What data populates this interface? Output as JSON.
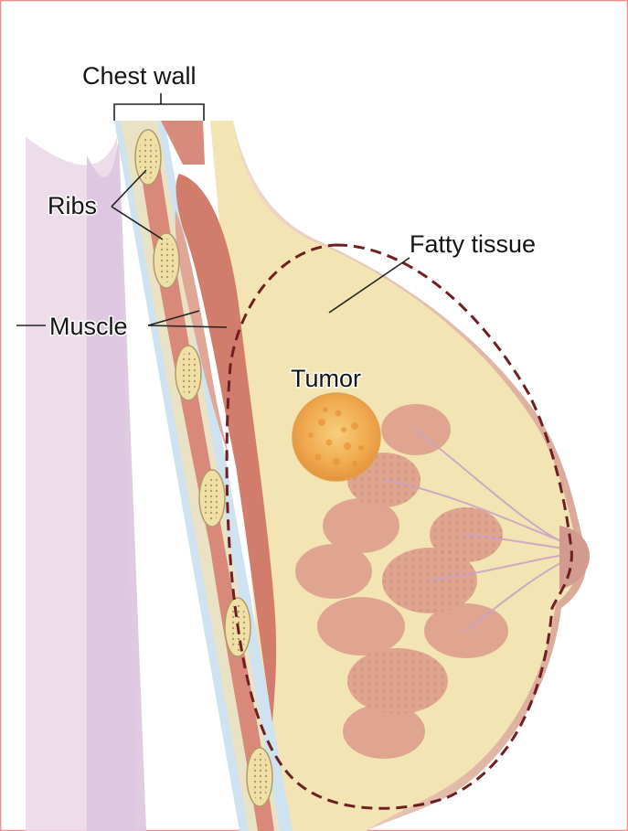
{
  "labels": {
    "chest_wall": "Chest wall",
    "ribs": "Ribs",
    "muscle": "Muscle",
    "fatty_tissue": "Fatty tissue",
    "tumor": "Tumor"
  },
  "colors": {
    "frame": "#f28a8a",
    "skin": "#e8c9b6",
    "fat": "#f3e3b0",
    "muscle": "#d9897a",
    "rib": "#efe0a8",
    "lobule": "#dc9b8a",
    "tumor": "#f2b255",
    "boundary": "#6e1f22",
    "fascia": "#a8c8e0",
    "halo": "#d8c3dc"
  }
}
